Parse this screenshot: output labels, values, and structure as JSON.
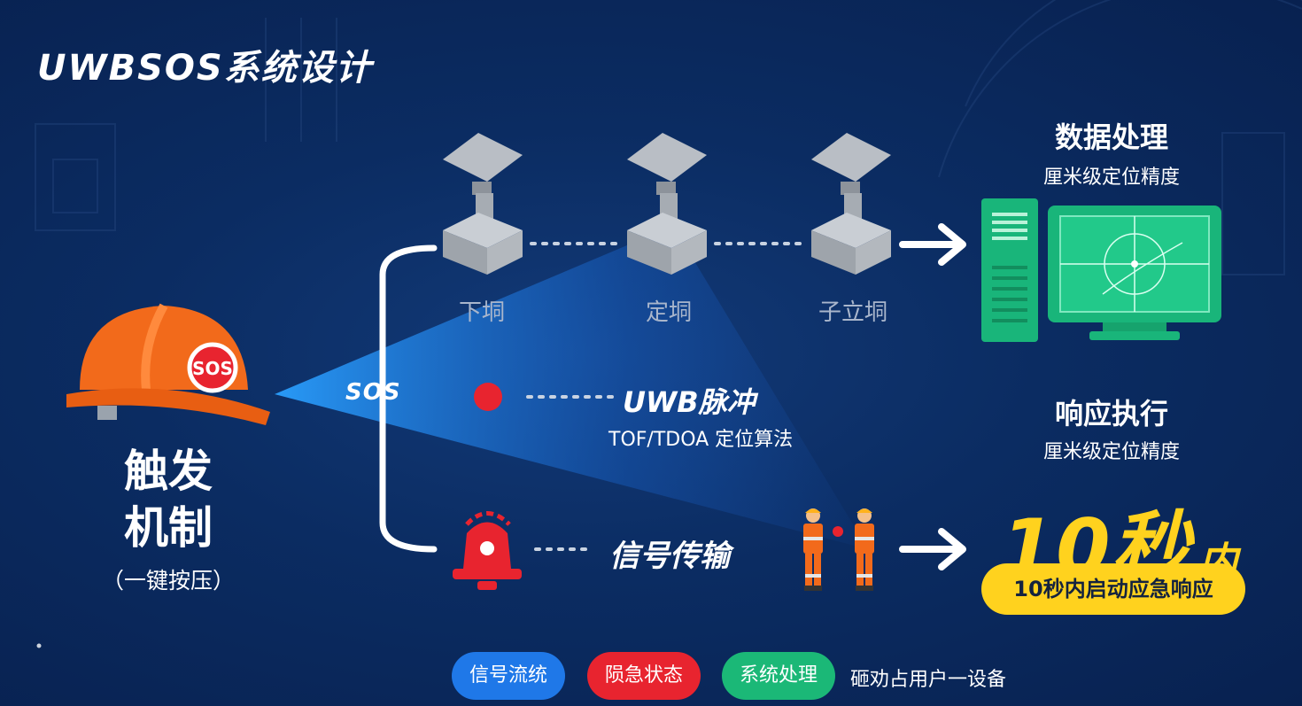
{
  "title": "UWBSOS系统设计",
  "trigger": {
    "line1": "触发",
    "line2": "机制",
    "sub": "（一键按压）",
    "helmet_badge": "SOS"
  },
  "anchors": [
    {
      "label": "下垌"
    },
    {
      "label": "定垌"
    },
    {
      "label": "子立垌"
    }
  ],
  "sos_label": "SOS",
  "uwb": {
    "title": "UWB脉冲",
    "subtitle": "TOF/TDOA 定位算法"
  },
  "signal": {
    "title": "信号传输"
  },
  "data_processing": {
    "title": "数据处理",
    "subtitle": "厘米级定位精度"
  },
  "response": {
    "title": "响应执行",
    "subtitle": "厘米级定位精度",
    "time_value": "10秒",
    "time_unit": "内",
    "pill": "10秒内启动应急响应"
  },
  "legend": {
    "items": [
      {
        "label": "信号流统",
        "color": "#1f78e8"
      },
      {
        "label": "陨急状态",
        "color": "#e8242f"
      },
      {
        "label": "系统处理",
        "color": "#1bb877"
      }
    ],
    "extra": "砸劝占用户一设备"
  },
  "colors": {
    "helmet": "#f26a1b",
    "screen": "#19b57a",
    "alarm": "#e8242f",
    "accent_yellow": "#ffd21e",
    "beam": "#1a8cff"
  }
}
